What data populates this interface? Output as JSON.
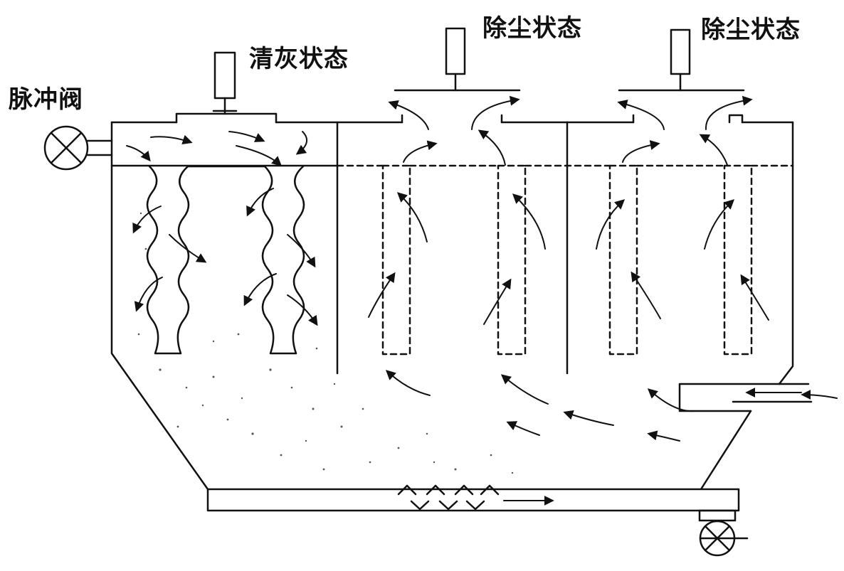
{
  "labels": {
    "pulse_valve": "脉冲阀",
    "cleaning_state": "清灰状态",
    "dedust_state_1": "除尘状态",
    "dedust_state_2": "除尘状态"
  },
  "colors": {
    "line": "#111111",
    "background": "#ffffff",
    "dust": "#555555"
  },
  "components": {
    "chambers": 3,
    "icons": [
      "pulse-valve-icon",
      "rotary-valve-icon"
    ]
  }
}
